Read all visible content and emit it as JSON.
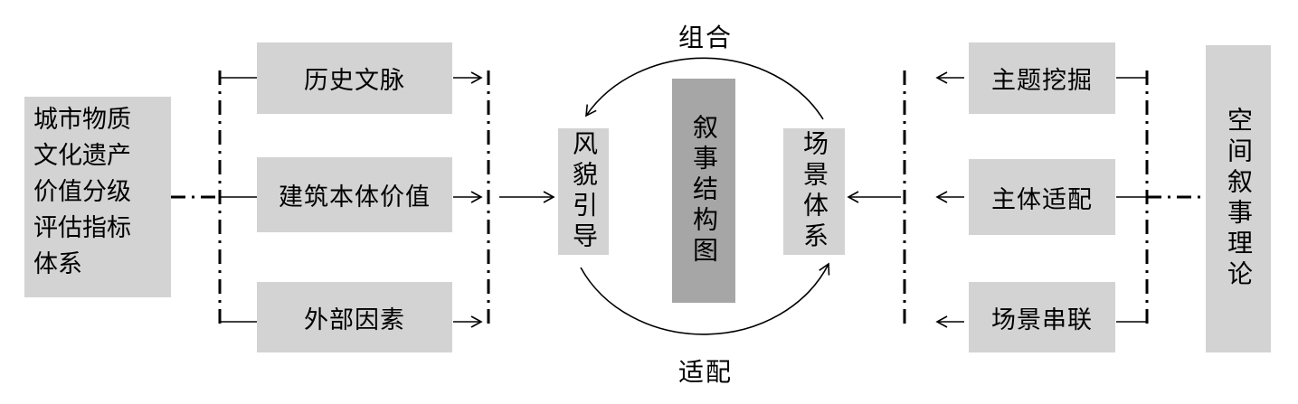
{
  "left_source": {
    "lines": [
      "城市物质",
      "文化遗产",
      "价值分级",
      "评估指标",
      "体系"
    ]
  },
  "left_factors": [
    "历史文脉",
    "建筑本体价值",
    "外部因素"
  ],
  "center": {
    "left_box": "风貌引导",
    "middle_box": "叙事结构图",
    "right_box": "场景体系",
    "top_arc_label": "组合",
    "bottom_arc_label": "适配"
  },
  "right_factors": [
    "主题挖掘",
    "主体适配",
    "场景串联"
  ],
  "right_source": "空间叙事理论",
  "colors": {
    "box_fill": "#d3d3d3",
    "center_box_fill": "#a6a6a6",
    "line": "#000000"
  }
}
